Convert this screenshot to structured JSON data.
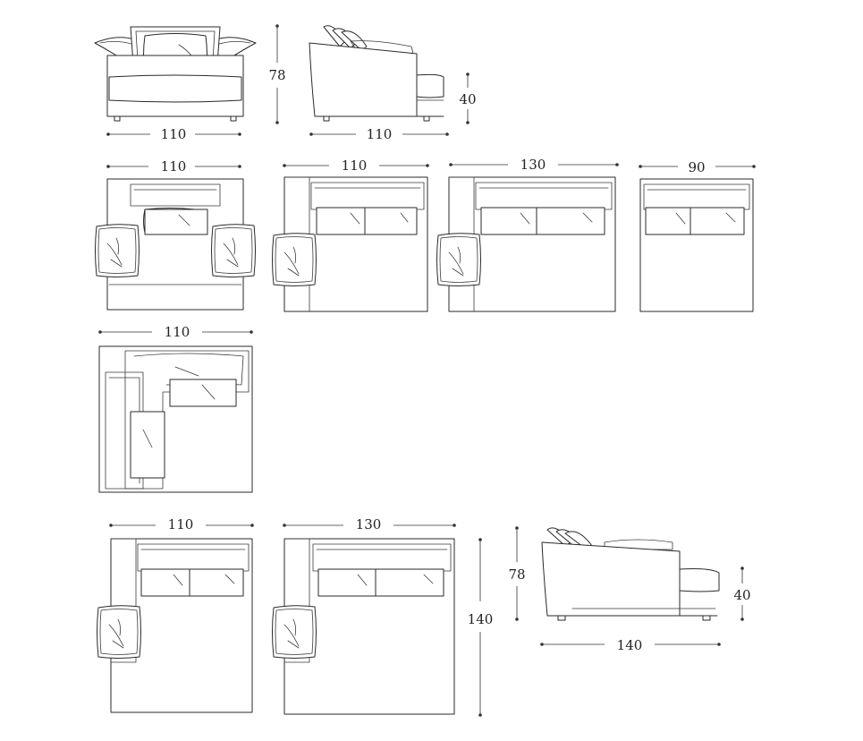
{
  "colors": {
    "line": "#2a2a2a",
    "background": "#ffffff"
  },
  "dimensions": {
    "armchair_front_width": "110",
    "armchair_height": "78",
    "armchair_side_depth": "110",
    "armchair_seat_height": "40",
    "plan_armchair_width": "110",
    "plan_one_arm_110_width": "110",
    "plan_one_arm_130_width": "130",
    "plan_armless_90_width": "90",
    "plan_corner_width": "110",
    "plan_chaise_110_width": "110",
    "plan_chaise_130_width": "130",
    "plan_chaise_depth": "140",
    "chaise_side_height": "78",
    "chaise_side_seat_height": "40",
    "chaise_side_depth": "140"
  }
}
